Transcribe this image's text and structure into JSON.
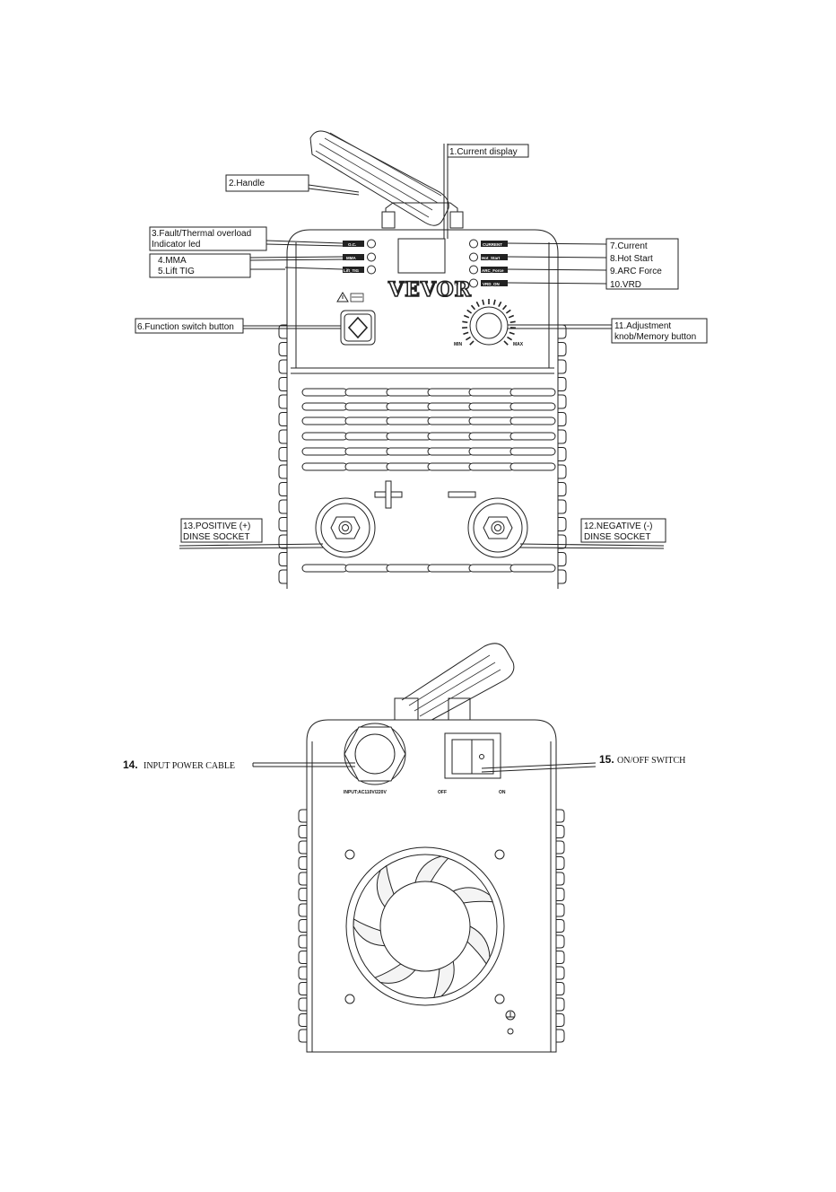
{
  "front_view": {
    "callouts": {
      "current_display": "1.Current display",
      "handle": "2.Handle",
      "fault_led_line1": "3.Fault/Thermal overload",
      "fault_led_line2": "Indicator led",
      "mma": "4.MMA",
      "lift_tig": "5.Lift TIG",
      "function_switch": "6.Function switch button",
      "current": "7.Current",
      "hot_start": "8.Hot Start",
      "arc_force": "9.ARC Force",
      "vrd": "10.VRD",
      "adjust_knob_line1": "11.Adjustment",
      "adjust_knob_line2": "knob/Memory button",
      "negative_socket_line1": "12.NEGATIVE (-)",
      "negative_socket_line2": "DINSE SOCKET",
      "positive_socket_line1": "13.POSITIVE (+)",
      "positive_socket_line2": "DINSE SOCKET"
    },
    "panel": {
      "brand": "VEVOR",
      "brand_mark": "®",
      "led_left": [
        "O.C.",
        "MMA",
        "Lift_TIG"
      ],
      "led_right": [
        "CURRENT",
        "Hot_Start",
        "ARC_Force",
        "VRD_ON"
      ],
      "knob_min": "MIN",
      "knob_max": "MAX"
    }
  },
  "rear_view": {
    "callouts": {
      "input_cable_num": "14.",
      "input_cable": "INPUT POWER CABLE",
      "onoff_num": "15.",
      "onoff": "ON/OFF SWITCH"
    },
    "panel": {
      "input_rating": "INPUT:AC110V/220V",
      "off": "OFF",
      "on": "ON"
    }
  }
}
